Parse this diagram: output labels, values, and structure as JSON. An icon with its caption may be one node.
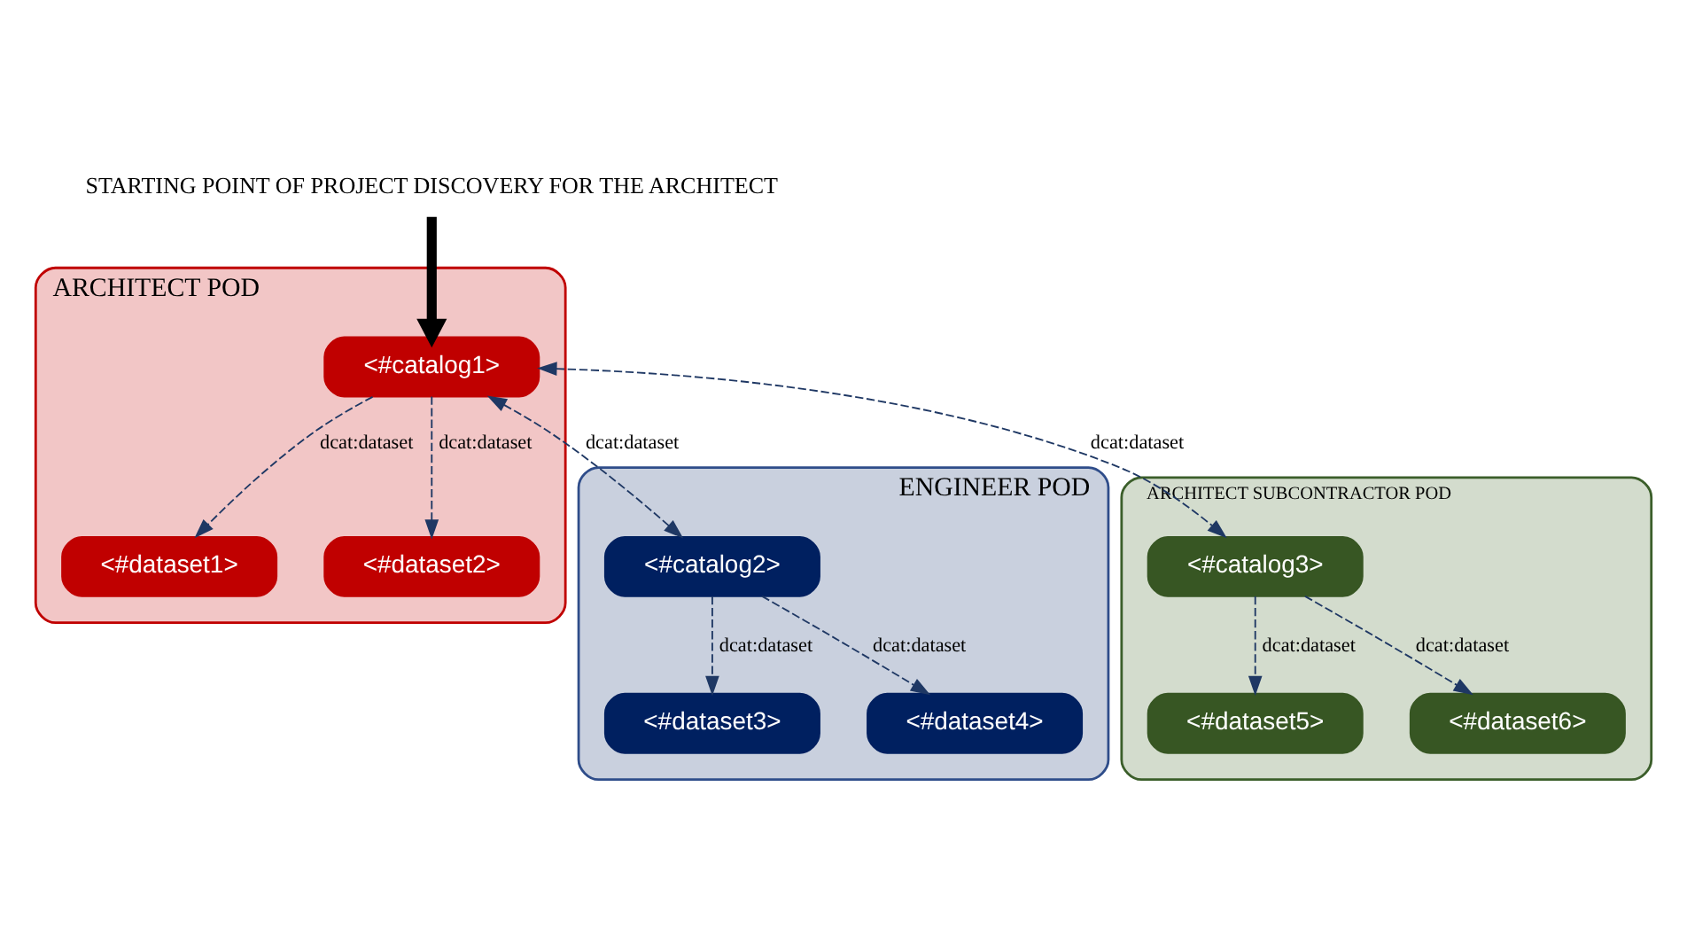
{
  "diagram": {
    "nodes": [
      {
        "text": [
          "STARTING POINT OF PROJECT DISCOVERY FOR THE ARCHITECT"
        ]
      },
      {
        "text": [
          "ARCHITECT POD"
        ]
      },
      {
        "text": [
          "<#catalog1>"
        ],
        "in": 1
      },
      {
        "text": [
          "<#dataset1>"
        ],
        "in": 1
      },
      {
        "text": [
          "<#dataset2>"
        ],
        "in": 1
      },
      {
        "text": [
          "ENGINEER POD"
        ]
      },
      {
        "text": [
          "<#catalog2>"
        ],
        "in": 5
      },
      {
        "text": [
          "<#dataset3>"
        ],
        "in": 5
      },
      {
        "text": [
          "<#dataset4>"
        ],
        "in": 5
      },
      {
        "text": [
          "ARCHITECT SUBCONTRACTOR POD"
        ]
      },
      {
        "text": [
          "<#catalog3>"
        ],
        "in": 9
      },
      {
        "text": [
          "<#dataset5>"
        ],
        "in": 9
      },
      {
        "text": [
          "<#dataset6>"
        ],
        "in": 9
      }
    ],
    "edges": [
      {
        "from": 0,
        "to": 2,
        "arrow": "to",
        "style": "thick",
        "color": "#000000"
      },
      {
        "from": 2,
        "to": 6,
        "arrow": "both",
        "label": "dcat:dataset",
        "style": "dashed"
      },
      {
        "from": 2,
        "to": 3,
        "arrow": "to",
        "label": "dcat:dataset",
        "style": "dashed"
      },
      {
        "from": 2,
        "to": 4,
        "arrow": "to",
        "label": "dcat:dataset",
        "style": "dashed"
      },
      {
        "from": 6,
        "to": 7,
        "arrow": "to",
        "label": "dcat:dataset",
        "style": "dashed"
      },
      {
        "from": 6,
        "to": 8,
        "arrow": "to",
        "label": "dcat:dataset",
        "style": "dashed"
      },
      {
        "from": 2,
        "to": 10,
        "arrow": "both",
        "label": "dcat:dataset",
        "style": "dashed"
      },
      {
        "from": 10,
        "to": 11,
        "arrow": "to",
        "label": "dcat:dataset",
        "style": "dashed"
      },
      {
        "from": 10,
        "to": 12,
        "arrow": "to",
        "label": "dcat:dataset",
        "style": "dashed"
      }
    ]
  }
}
